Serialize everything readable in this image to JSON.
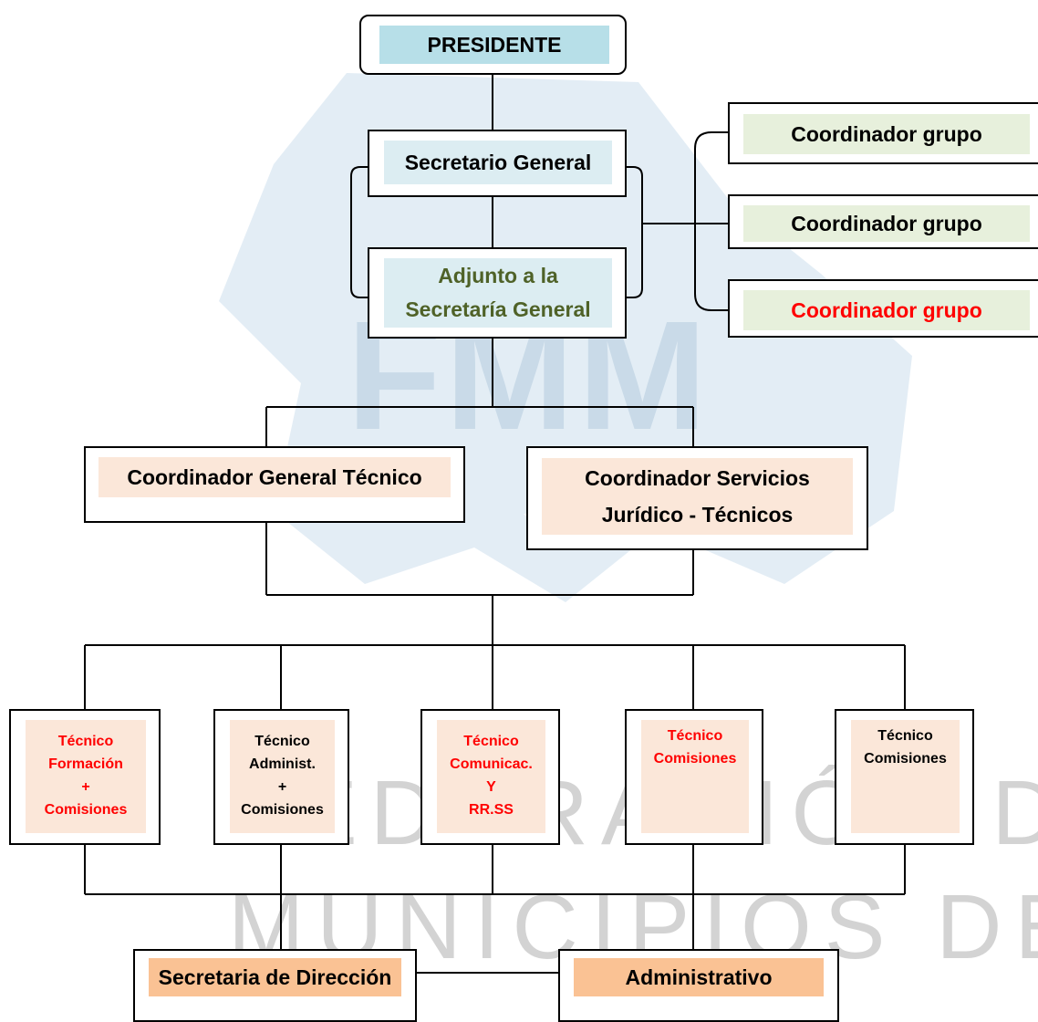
{
  "watermark": {
    "logo_text": "FMM",
    "lines": [
      "FEDERACIÓN DE",
      "MUNICIPIOS DE"
    ]
  },
  "org": {
    "president": "PRESIDENTE",
    "secretary_general": "Secretario General",
    "adjunct": {
      "line1": "Adjunto a la",
      "line2": "Secretaría General"
    },
    "group_coordinators": [
      "Coordinador grupo",
      "Coordinador grupo",
      "Coordinador grupo"
    ],
    "general_technical_coordinator": "Coordinador General Técnico",
    "legal_services_coordinator": {
      "line1": "Coordinador Servicios",
      "line2": "Jurídico - Técnicos"
    },
    "technicians": [
      {
        "lines": [
          "Técnico",
          "Formación",
          "+",
          "Comisiones"
        ]
      },
      {
        "lines": [
          "Técnico",
          "Administ.",
          "+",
          "Comisiones"
        ]
      },
      {
        "lines": [
          "Técnico",
          "Comunicac.",
          "Y",
          "RR.SS"
        ]
      },
      {
        "lines": [
          "Técnico",
          "Comisiones"
        ]
      },
      {
        "lines": [
          "Técnico",
          "Comisiones"
        ]
      }
    ],
    "management_secretary": "Secretaria de Dirección",
    "administrative": "Administrativo"
  },
  "colors": {
    "president_fill": "#b7dfe8",
    "secretary_fill": "#dcedf2",
    "coordinator_fill": "#e7f0dc",
    "technical_fill": "#fbe7d9",
    "staff_fill": "#fac294",
    "highlight_red": "#ff0000",
    "adjunct_text": "#4f6228"
  }
}
